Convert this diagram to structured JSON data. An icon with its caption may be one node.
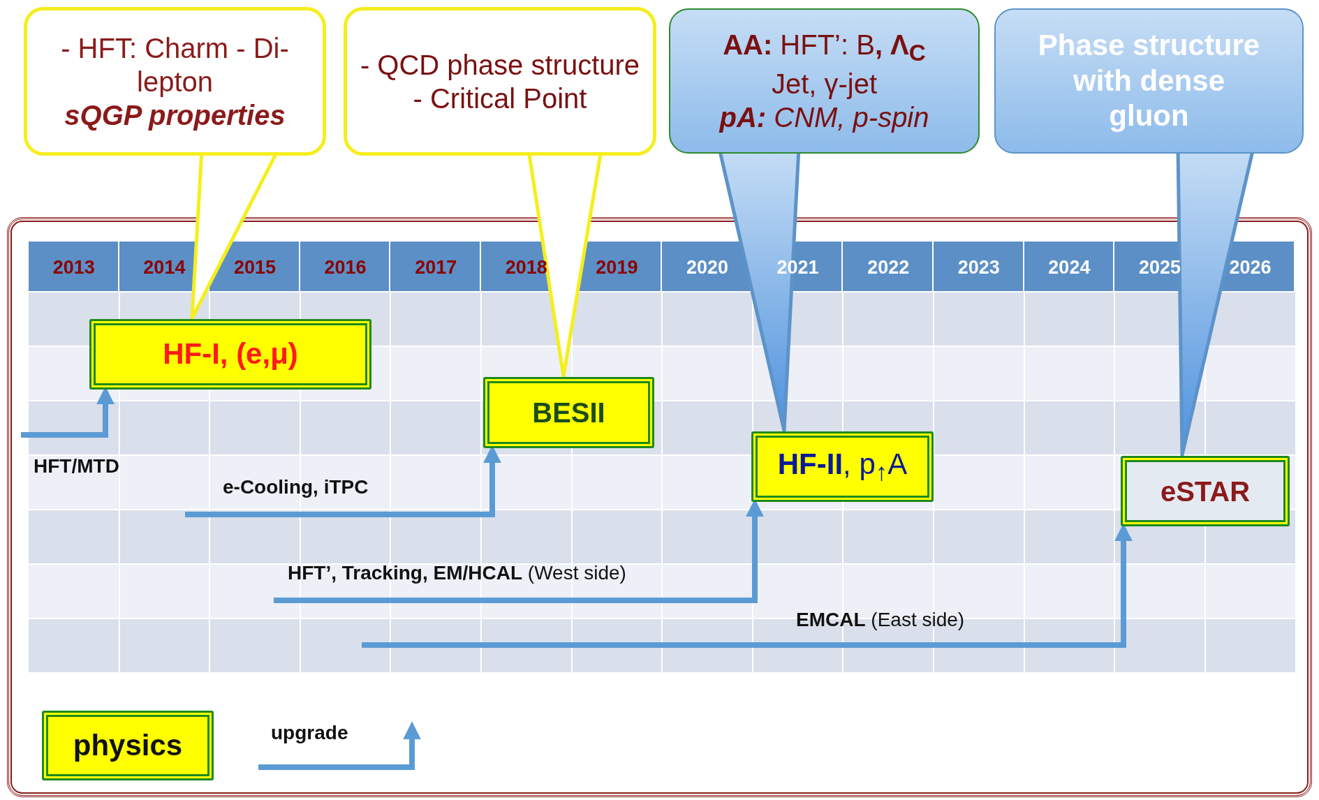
{
  "diagram": {
    "nodes": [
      {
        "text": [
          "- HFT: Charm - Di-lepton",
          "sQGP properties"
        ]
      },
      {
        "text": [
          "- QCD phase structure - Critical Point"
        ]
      },
      {
        "text": [
          "**AA:**  HFT’: B**, Λ**$_{C}$",
          "Jet, γ-jet",
          "**pA:** CNM, p-spin"
        ]
      },
      {
        "text": [
          "Phase structure with dense gluon"
        ]
      },
      {
        "text": [
          "HF-I, (e,μ)"
        ]
      },
      {
        "text": [
          "BESII"
        ]
      },
      {
        "text": [
          "**HF-II**, p$_{↑}$A"
        ]
      },
      {
        "text": [
          "eSTAR"
        ]
      }
    ],
    "edges": [
      {
        "from": 0,
        "to": 4,
        "arrow": "none"
      },
      {
        "from": 1,
        "to": 5,
        "arrow": "none"
      },
      {
        "from": 2,
        "to": 6,
        "arrow": "none"
      },
      {
        "from": 3,
        "to": 7,
        "arrow": "none"
      },
      {
        "from": null,
        "to": 4,
        "arrow": "to",
        "label": "HFT/MTD"
      },
      {
        "from": null,
        "to": 5,
        "arrow": "to",
        "label": "e-Cooling, iTPC"
      },
      {
        "from": null,
        "to": 6,
        "arrow": "to",
        "label": "**HFT’, Tracking, EM/HCAL** (West side)"
      },
      {
        "from": null,
        "to": 7,
        "arrow": "to",
        "label": "**EMCAL** (East side)"
      }
    ],
    "labels": [
      "2013",
      "2014",
      "2015",
      "2016",
      "2017",
      "2018",
      "2019",
      "2020",
      "2021",
      "2022",
      "2023",
      "2024",
      "2025",
      "2026"
    ],
    "legend": [
      {
        "text": "physics",
        "color": "#ffff00"
      },
      {
        "text": "upgrade"
      }
    ]
  }
}
